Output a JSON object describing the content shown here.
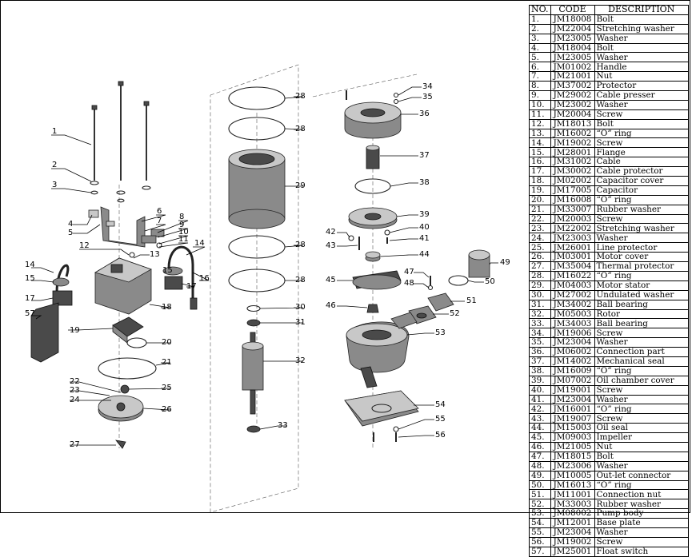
{
  "table": {
    "headers": {
      "no": "NO.",
      "code": "CODE",
      "description": "DESCRIPTION"
    },
    "rows": [
      {
        "no": "1.",
        "code": "JM18008",
        "description": "Bolt"
      },
      {
        "no": "2.",
        "code": "JM22004",
        "description": "Stretching washer"
      },
      {
        "no": "3.",
        "code": "JM23005",
        "description": "Washer"
      },
      {
        "no": "4.",
        "code": "JM18004",
        "description": "Bolt"
      },
      {
        "no": "5.",
        "code": "JM23005",
        "description": "Washer"
      },
      {
        "no": "6.",
        "code": "JM01002",
        "description": "Handle"
      },
      {
        "no": "7.",
        "code": "JM21001",
        "description": "Nut"
      },
      {
        "no": "8.",
        "code": "JM37002",
        "description": "Protector"
      },
      {
        "no": "9.",
        "code": "JM29002",
        "description": "Cable presser"
      },
      {
        "no": "10.",
        "code": "JM23002",
        "description": "Washer"
      },
      {
        "no": "11.",
        "code": "JM20004",
        "description": "Screw"
      },
      {
        "no": "12.",
        "code": "JM18013",
        "description": "Bolt"
      },
      {
        "no": "13.",
        "code": "JM16002",
        "description": "“O” ring"
      },
      {
        "no": "14.",
        "code": "JM19002",
        "description": "Screw"
      },
      {
        "no": "15.",
        "code": "JM28001",
        "description": "Flange"
      },
      {
        "no": "16.",
        "code": "JM31002",
        "description": "Cable"
      },
      {
        "no": "17.",
        "code": "JM30002",
        "description": "Cable protector"
      },
      {
        "no": "18.",
        "code": "JM02002",
        "description": "Capacitor cover"
      },
      {
        "no": "19.",
        "code": "JM17005",
        "description": "Capacitor"
      },
      {
        "no": "20.",
        "code": "JM16008",
        "description": "“O” ring"
      },
      {
        "no": "21.",
        "code": "JM33007",
        "description": "Rubber washer"
      },
      {
        "no": "22.",
        "code": "JM20003",
        "description": "Screw"
      },
      {
        "no": "23.",
        "code": "JM22002",
        "description": "Stretching washer"
      },
      {
        "no": "24.",
        "code": "JM23003",
        "description": "Washer"
      },
      {
        "no": "25.",
        "code": "JM26001",
        "description": "Line protector"
      },
      {
        "no": "26.",
        "code": "JM03001",
        "description": "Motor cover"
      },
      {
        "no": "27.",
        "code": "JM35004",
        "description": "Thermal protector"
      },
      {
        "no": "28.",
        "code": "JM16022",
        "description": "“O” ring"
      },
      {
        "no": "29.",
        "code": "JM04003",
        "description": "Motor stator"
      },
      {
        "no": "30.",
        "code": "JM27002",
        "description": "Undulated washer"
      },
      {
        "no": "31.",
        "code": "JM34002",
        "description": "Ball bearing"
      },
      {
        "no": "32.",
        "code": "JM05003",
        "description": "Rotor"
      },
      {
        "no": "33.",
        "code": "JM34003",
        "description": "Ball bearing"
      },
      {
        "no": "34.",
        "code": "JM19006",
        "description": "Screw"
      },
      {
        "no": "35.",
        "code": "JM23004",
        "description": "Washer"
      },
      {
        "no": "36.",
        "code": "JM06002",
        "description": "Connection part"
      },
      {
        "no": "37.",
        "code": "JM14002",
        "description": "Mechanical seal"
      },
      {
        "no": "38.",
        "code": "JM16009",
        "description": "“O” ring"
      },
      {
        "no": "39.",
        "code": "JM07002",
        "description": "Oil chamber cover"
      },
      {
        "no": "40.",
        "code": "JM19001",
        "description": "Screw"
      },
      {
        "no": "41.",
        "code": "JM23004",
        "description": "Washer"
      },
      {
        "no": "42.",
        "code": "JM16001",
        "description": "“O” ring"
      },
      {
        "no": "43.",
        "code": "JM19007",
        "description": "Screw"
      },
      {
        "no": "44.",
        "code": "JM15003",
        "description": "Oil seal"
      },
      {
        "no": "45.",
        "code": "JM09003",
        "description": "Impeller"
      },
      {
        "no": "46.",
        "code": "JM21005",
        "description": "Nut"
      },
      {
        "no": "47.",
        "code": "JM18015",
        "description": "Bolt"
      },
      {
        "no": "48.",
        "code": "JM23006",
        "description": "Washer"
      },
      {
        "no": "49.",
        "code": "JM10005",
        "description": "Out-let connector"
      },
      {
        "no": "50.",
        "code": "JM16013",
        "description": "“O” ring"
      },
      {
        "no": "51.",
        "code": "JM11001",
        "description": "Connection nut"
      },
      {
        "no": "52.",
        "code": "JM33003",
        "description": "Rubber washer"
      },
      {
        "no": "53.",
        "code": "JM08002",
        "description": "Pump body"
      },
      {
        "no": "54.",
        "code": "JM12001",
        "description": "Base plate"
      },
      {
        "no": "55.",
        "code": "JM23004",
        "description": "Washer"
      },
      {
        "no": "56.",
        "code": "JM19002",
        "description": "Screw"
      },
      {
        "no": "57.",
        "code": "JM25001",
        "description": "Float switch"
      }
    ]
  },
  "callouts": [
    "1",
    "2",
    "3",
    "4",
    "5",
    "6",
    "7",
    "8",
    "9",
    "10",
    "11",
    "12",
    "13",
    "14",
    "15",
    "16",
    "17",
    "18",
    "19",
    "20",
    "21",
    "22",
    "23",
    "24",
    "25",
    "26",
    "27",
    "28",
    "29",
    "30",
    "31",
    "32",
    "33",
    "34",
    "35",
    "36",
    "37",
    "38",
    "39",
    "40",
    "41",
    "42",
    "43",
    "44",
    "45",
    "46",
    "47",
    "48",
    "49",
    "50",
    "51",
    "52",
    "53",
    "54",
    "55",
    "56",
    "57",
    "14",
    "15",
    "17",
    "28",
    "28",
    "28"
  ]
}
